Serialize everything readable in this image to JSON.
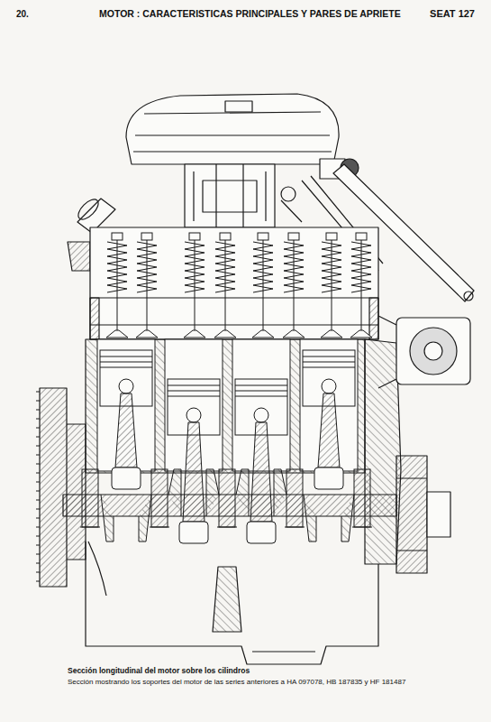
{
  "diagram": {
    "title": "MOTOR : CARACTERISTICAS PRINCIPALES Y PARES DE APRIETE",
    "caption": "Sección longitudinal del motor sobre los cilindros",
    "labels": [
      "20.",
      "SEAT 127",
      "Sección mostrando los soportes del motor de las series anteriores a HA 097078, HB 187835 y HF 181487"
    ]
  }
}
